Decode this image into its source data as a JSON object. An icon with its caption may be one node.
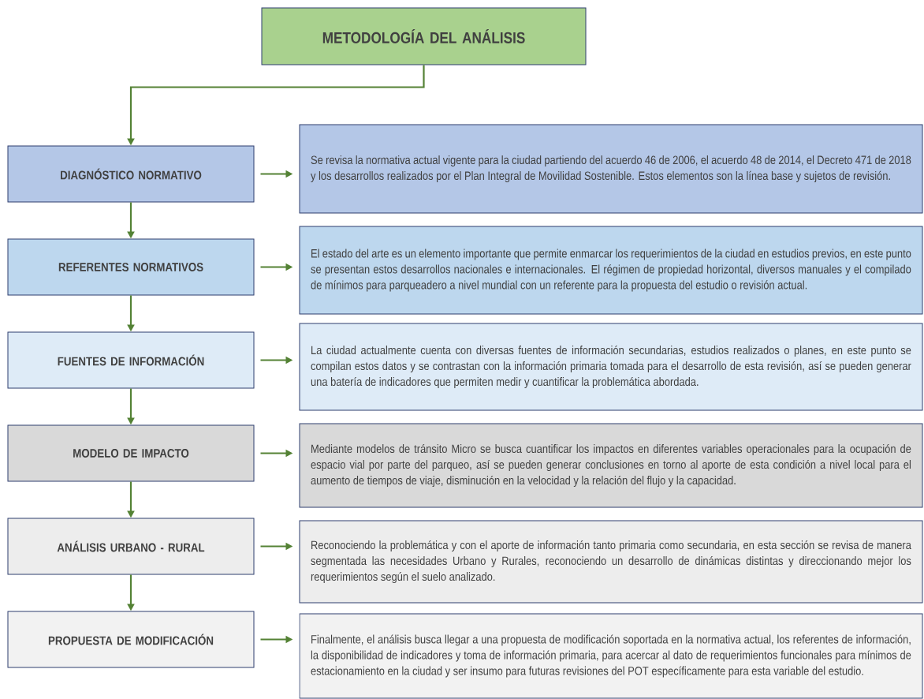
{
  "diagram": {
    "nodes": [
      {
        "text": [
          "METODOLOGÍA DEL ANÁLISIS"
        ]
      },
      {
        "text": [
          "DIAGNÓSTICO NORMATIVO"
        ]
      },
      {
        "text": [
          "REFERENTES NORMATIVOS"
        ]
      },
      {
        "text": [
          "FUENTES DE INFORMACIÓN"
        ]
      },
      {
        "text": [
          "MODELO DE IMPACTO"
        ]
      },
      {
        "text": [
          "ANÁLISIS URBANO - RURAL"
        ]
      },
      {
        "text": [
          "PROPUESTA DE MODIFICACIÓN"
        ]
      },
      {
        "text": [
          "Se revisa la normativa actual vigente para la ciudad partiendo del acuerdo 46 de 2006, el acuerdo 48 de 2014, el Decreto 471 de 2018 y los desarrollos realizados por el Plan Integral de Movilidad Sostenible. Estos elementos son la línea base y sujetos de revisión."
        ]
      },
      {
        "text": [
          "El estado del arte es un elemento importante que permite enmarcar los requerimientos de la ciudad en estudios previos, en este punto se presentan estos desarrollos nacionales e internacionales. El régimen de propiedad horizontal, diversos manuales y el compilado de mínimos para parqueadero a nivel mundial con un referente para la propuesta del estudio o revisión actual."
        ]
      },
      {
        "text": [
          "La ciudad actualmente cuenta con diversas fuentes de información secundarias, estudios realizados o planes, en este punto se compilan estos datos y se contrastan con la información primaria tomada para el desarrollo de esta revisión, así se pueden generar una batería de indicadores que permiten medir y cuantificar la problemática abordada."
        ]
      },
      {
        "text": [
          "Mediante modelos de tránsito Micro se busca cuantificar los impactos en diferentes variables operacionales para la ocupación de espacio vial por parte del parqueo, así se pueden generar conclusiones en torno al aporte de esta condición a nivel local para el aumento de tiempos de viaje, disminución en la velocidad y la relación del flujo y la capacidad."
        ]
      },
      {
        "text": [
          "Reconociendo la problemática y con el aporte de información tanto primaria como secundaria, en esta sección se revisa de manera segmentada las necesidades Urbano y Rurales, reconociendo un desarrollo de dinámicas distintas y direccionando mejor los requerimientos según el suelo analizado."
        ]
      },
      {
        "text": [
          "Finalmente, el análisis busca llegar a una propuesta de modificación soportada en la normativa actual, los referentes de información, la disponibilidad de indicadores y toma de información primaria, para acercar al dato de requerimientos funcionales para mínimos de estacionamiento en la ciudad y ser insumo para futuras revisiones del POT específicamente para esta variable del estudio."
        ]
      }
    ],
    "edges": [
      {
        "from": 0,
        "to": 1,
        "arrow": "to"
      },
      {
        "from": 1,
        "to": 2,
        "arrow": "to"
      },
      {
        "from": 2,
        "to": 3,
        "arrow": "to"
      },
      {
        "from": 3,
        "to": 4,
        "arrow": "to"
      },
      {
        "from": 4,
        "to": 5,
        "arrow": "to"
      },
      {
        "from": 5,
        "to": 6,
        "arrow": "to"
      },
      {
        "from": 1,
        "to": 7,
        "arrow": "to"
      },
      {
        "from": 2,
        "to": 8,
        "arrow": "to"
      },
      {
        "from": 3,
        "to": 9,
        "arrow": "to"
      },
      {
        "from": 4,
        "to": 10,
        "arrow": "to"
      },
      {
        "from": 5,
        "to": 11,
        "arrow": "to"
      },
      {
        "from": 6,
        "to": 12,
        "arrow": "to"
      }
    ]
  }
}
